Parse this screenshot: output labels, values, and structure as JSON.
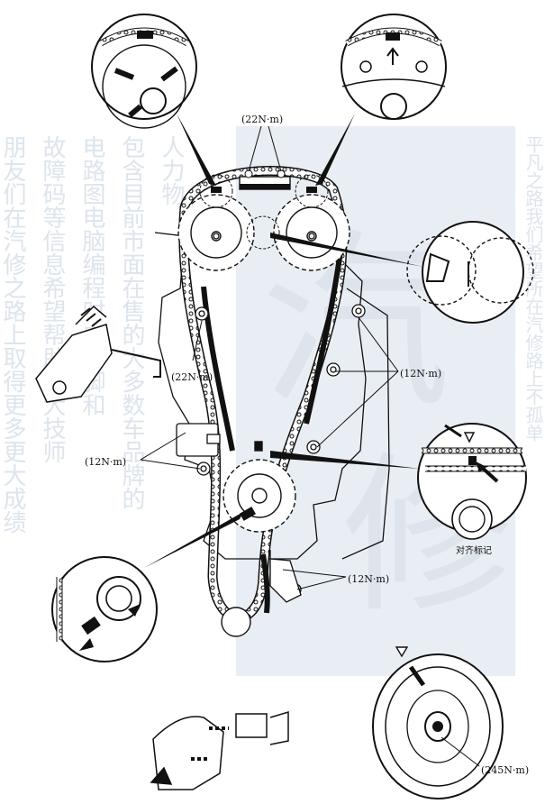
{
  "watermark": {
    "big_chars": [
      "汽",
      "修"
    ],
    "left_col_1": "朋友们在汽修之路上取得更多更大成绩",
    "left_col_2": "故障码等信息希望帮助广大技师",
    "left_col_3": "电路图电脑编程时电针脚和",
    "left_col_4": "包含目前市面在售的大多数车品牌的",
    "left_col_5": "人力物",
    "right_col_1": "平凡之路我们希望所在汽修路上不孤单"
  },
  "labels": {
    "torque_top": "(22N·m)",
    "torque_left": "(22N·m)",
    "torque_right_upper": "(12N·m)",
    "torque_left_mid": "(12N·m)",
    "torque_right_lower": "(12N·m)",
    "torque_pulley": "(245N·m)",
    "align_mark": "对齐标记"
  },
  "icons": {
    "camshaft_detail_left": "camshaft-sprocket-detail-icon",
    "camshaft_detail_right": "camshaft-sprocket-detail-icon",
    "cam_gear_mesh_detail": "gear-mesh-detail-icon",
    "crank_align_detail": "crankshaft-alignment-detail-icon",
    "tensioner_tool": "tensioner-pin-tool-icon",
    "crank_sprocket_detail": "crank-sprocket-detail-icon",
    "tensioner_guide": "tensioner-guide-icon",
    "crank_pulley": "crankshaft-pulley-icon"
  }
}
